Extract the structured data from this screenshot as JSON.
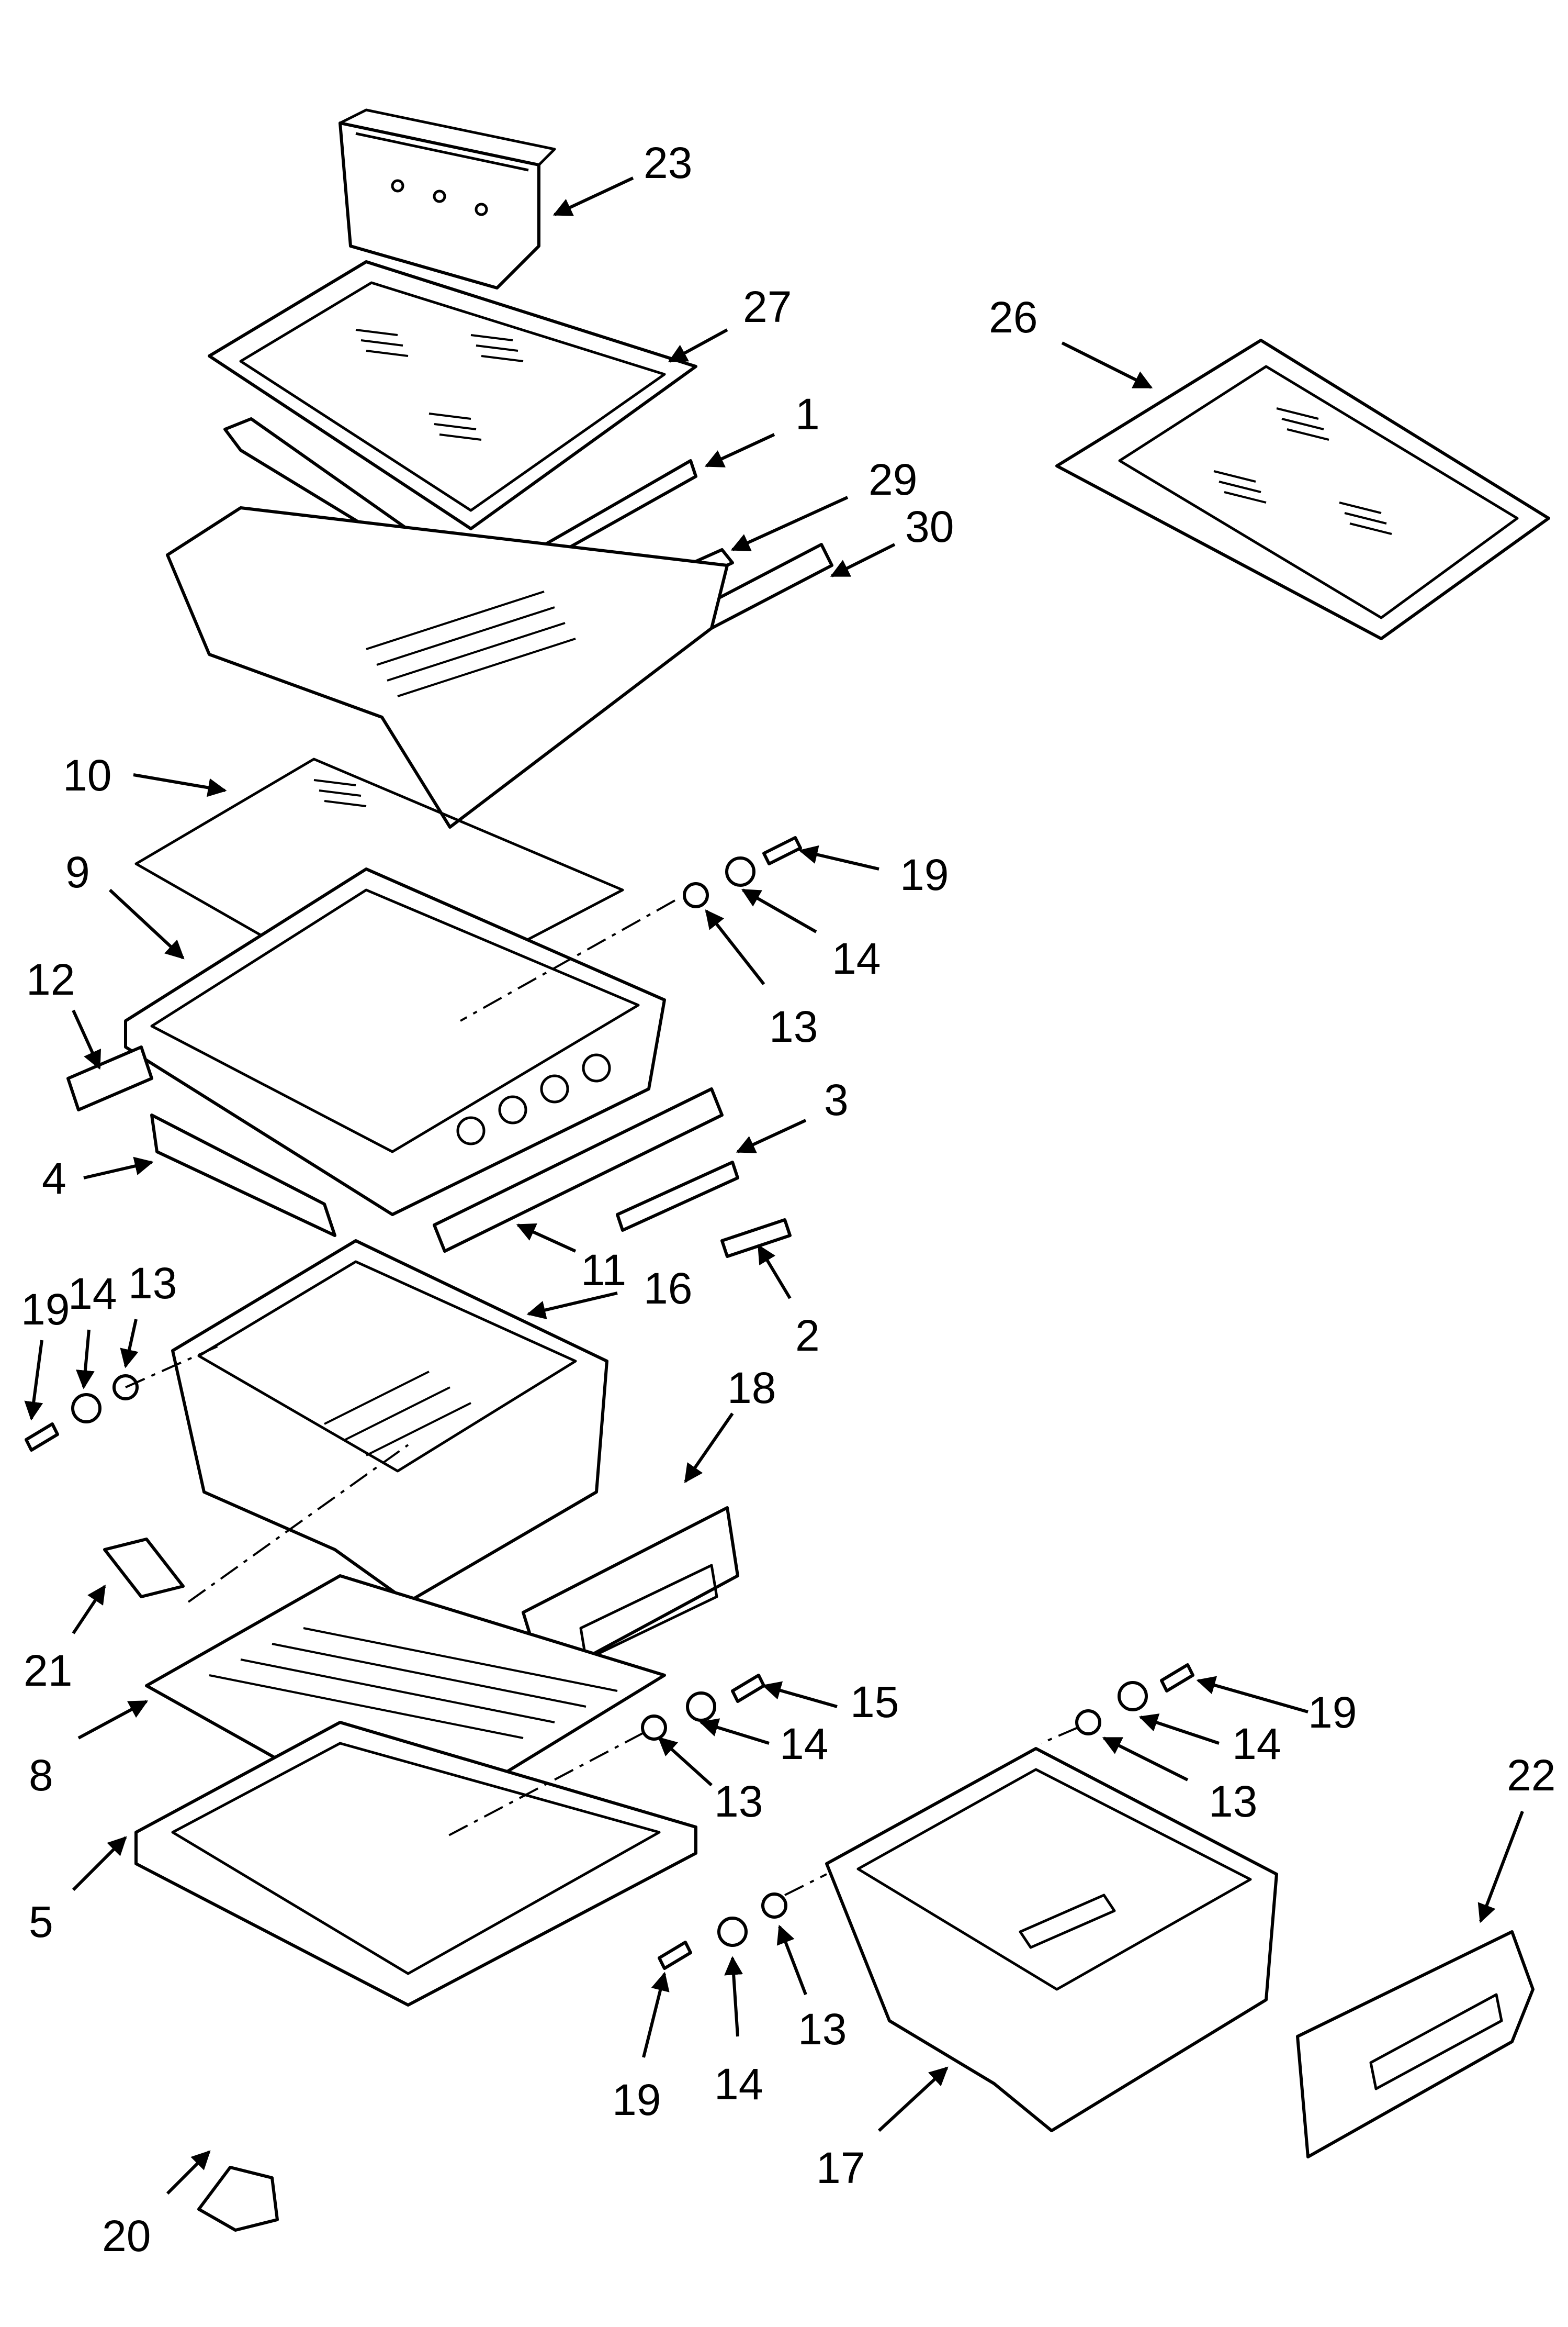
{
  "callouts": {
    "c1": "1",
    "c2": "2",
    "c3": "3",
    "c4": "4",
    "c5": "5",
    "c8": "8",
    "c9": "9",
    "c10": "10",
    "c11": "11",
    "c12": "12",
    "c13a": "13",
    "c13b": "13",
    "c13c": "13",
    "c13d": "13",
    "c13e": "13",
    "c14a": "14",
    "c14b": "14",
    "c14c": "14",
    "c14d": "14",
    "c14e": "14",
    "c15": "15",
    "c16": "16",
    "c17": "17",
    "c18": "18",
    "c19a": "19",
    "c19b": "19",
    "c19c": "19",
    "c19d": "19",
    "c20": "20",
    "c21": "21",
    "c22": "22",
    "c23": "23",
    "c26": "26",
    "c27": "27",
    "c29": "29",
    "c30": "30"
  }
}
